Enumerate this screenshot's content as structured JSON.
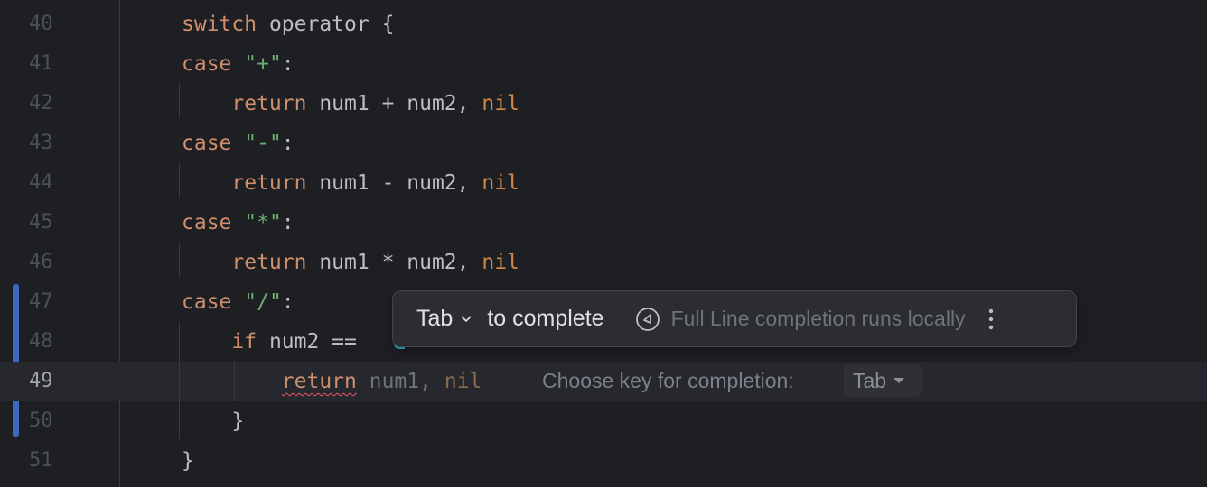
{
  "editor": {
    "lines": [
      {
        "num": "40",
        "tokens": [
          [
            "kw",
            "switch"
          ],
          [
            "pl",
            " operator {"
          ]
        ]
      },
      {
        "num": "41",
        "tokens": [
          [
            "kw",
            "case"
          ],
          [
            "pl",
            " "
          ],
          [
            "str",
            "\"+\""
          ],
          [
            "pl",
            ":"
          ]
        ]
      },
      {
        "num": "42",
        "tokens": [
          [
            "pl",
            "    "
          ],
          [
            "kw",
            "return"
          ],
          [
            "pl",
            " num1 + num2, "
          ],
          [
            "nil",
            "nil"
          ]
        ]
      },
      {
        "num": "43",
        "tokens": [
          [
            "kw",
            "case"
          ],
          [
            "pl",
            " "
          ],
          [
            "str",
            "\"-\""
          ],
          [
            "pl",
            ":"
          ]
        ]
      },
      {
        "num": "44",
        "tokens": [
          [
            "pl",
            "    "
          ],
          [
            "kw",
            "return"
          ],
          [
            "pl",
            " num1 - num2, "
          ],
          [
            "nil",
            "nil"
          ]
        ]
      },
      {
        "num": "45",
        "tokens": [
          [
            "kw",
            "case"
          ],
          [
            "pl",
            " "
          ],
          [
            "str",
            "\"*\""
          ],
          [
            "pl",
            ":"
          ]
        ]
      },
      {
        "num": "46",
        "tokens": [
          [
            "pl",
            "    "
          ],
          [
            "kw",
            "return"
          ],
          [
            "pl",
            " num1 * num2, "
          ],
          [
            "nil",
            "nil"
          ]
        ]
      },
      {
        "num": "47",
        "tokens": [
          [
            "kw",
            "case"
          ],
          [
            "pl",
            " "
          ],
          [
            "str",
            "\"/\""
          ],
          [
            "pl",
            ":"
          ]
        ]
      },
      {
        "num": "48",
        "tokens": [
          [
            "pl",
            "    "
          ],
          [
            "kw",
            "if"
          ],
          [
            "pl",
            " num2 == "
          ]
        ]
      },
      {
        "num": "49",
        "tokens": [
          [
            "pl",
            "        "
          ],
          [
            "err",
            "return"
          ],
          [
            "ghost",
            " num1, "
          ],
          [
            "ghostnil",
            "nil"
          ]
        ]
      },
      {
        "num": "50",
        "tokens": [
          [
            "pl",
            "    }"
          ]
        ]
      },
      {
        "num": "51",
        "tokens": [
          [
            "pl",
            "}"
          ]
        ]
      }
    ],
    "current_line": "49"
  },
  "popup": {
    "key_label": "Tab",
    "action_label": "to complete",
    "local_icon": "local-model-icon",
    "local_text": "Full Line completion runs locally",
    "more_icon": "more-vertical-icon"
  },
  "inline_hint": {
    "text": "Choose key for completion:",
    "key_value": "Tab"
  },
  "colors": {
    "background": "#1e1f22",
    "keyword": "#cf8e6d",
    "string": "#6aab73",
    "change_marker": "#3d68c4"
  }
}
